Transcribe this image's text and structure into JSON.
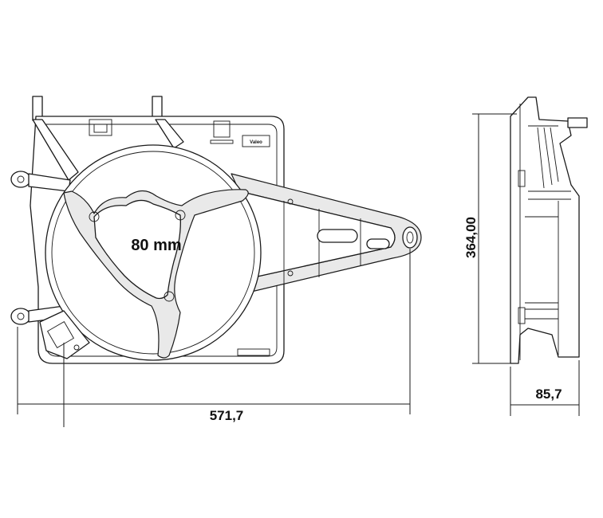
{
  "diagram": {
    "fan_diameter_label": "80 mm",
    "dimensions": {
      "width": "571,7",
      "height": "364,00",
      "depth": "85,7"
    },
    "logo_text": "Valeo"
  }
}
